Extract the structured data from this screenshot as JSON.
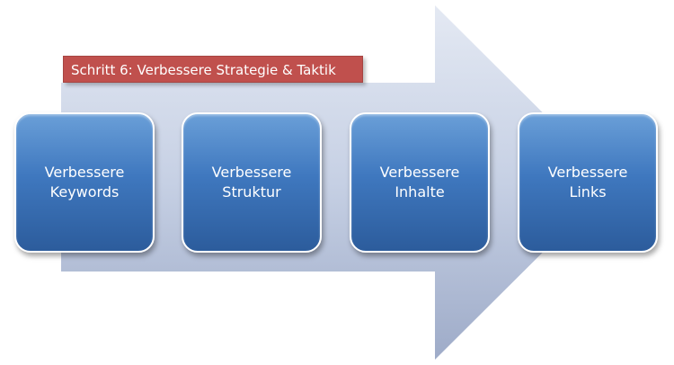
{
  "banner": {
    "label": "Schritt 6: Verbessere Strategie & Taktik"
  },
  "steps": [
    {
      "line1": "Verbessere",
      "line2": "Keywords"
    },
    {
      "line1": "Verbessere",
      "line2": "Struktur"
    },
    {
      "line1": "Verbessere",
      "line2": "Inhalte"
    },
    {
      "line1": "Verbessere",
      "line2": "Links"
    }
  ],
  "colors": {
    "banner": "#c0504d",
    "box": "#3f78bf",
    "arrow": "#c9d3e6"
  }
}
